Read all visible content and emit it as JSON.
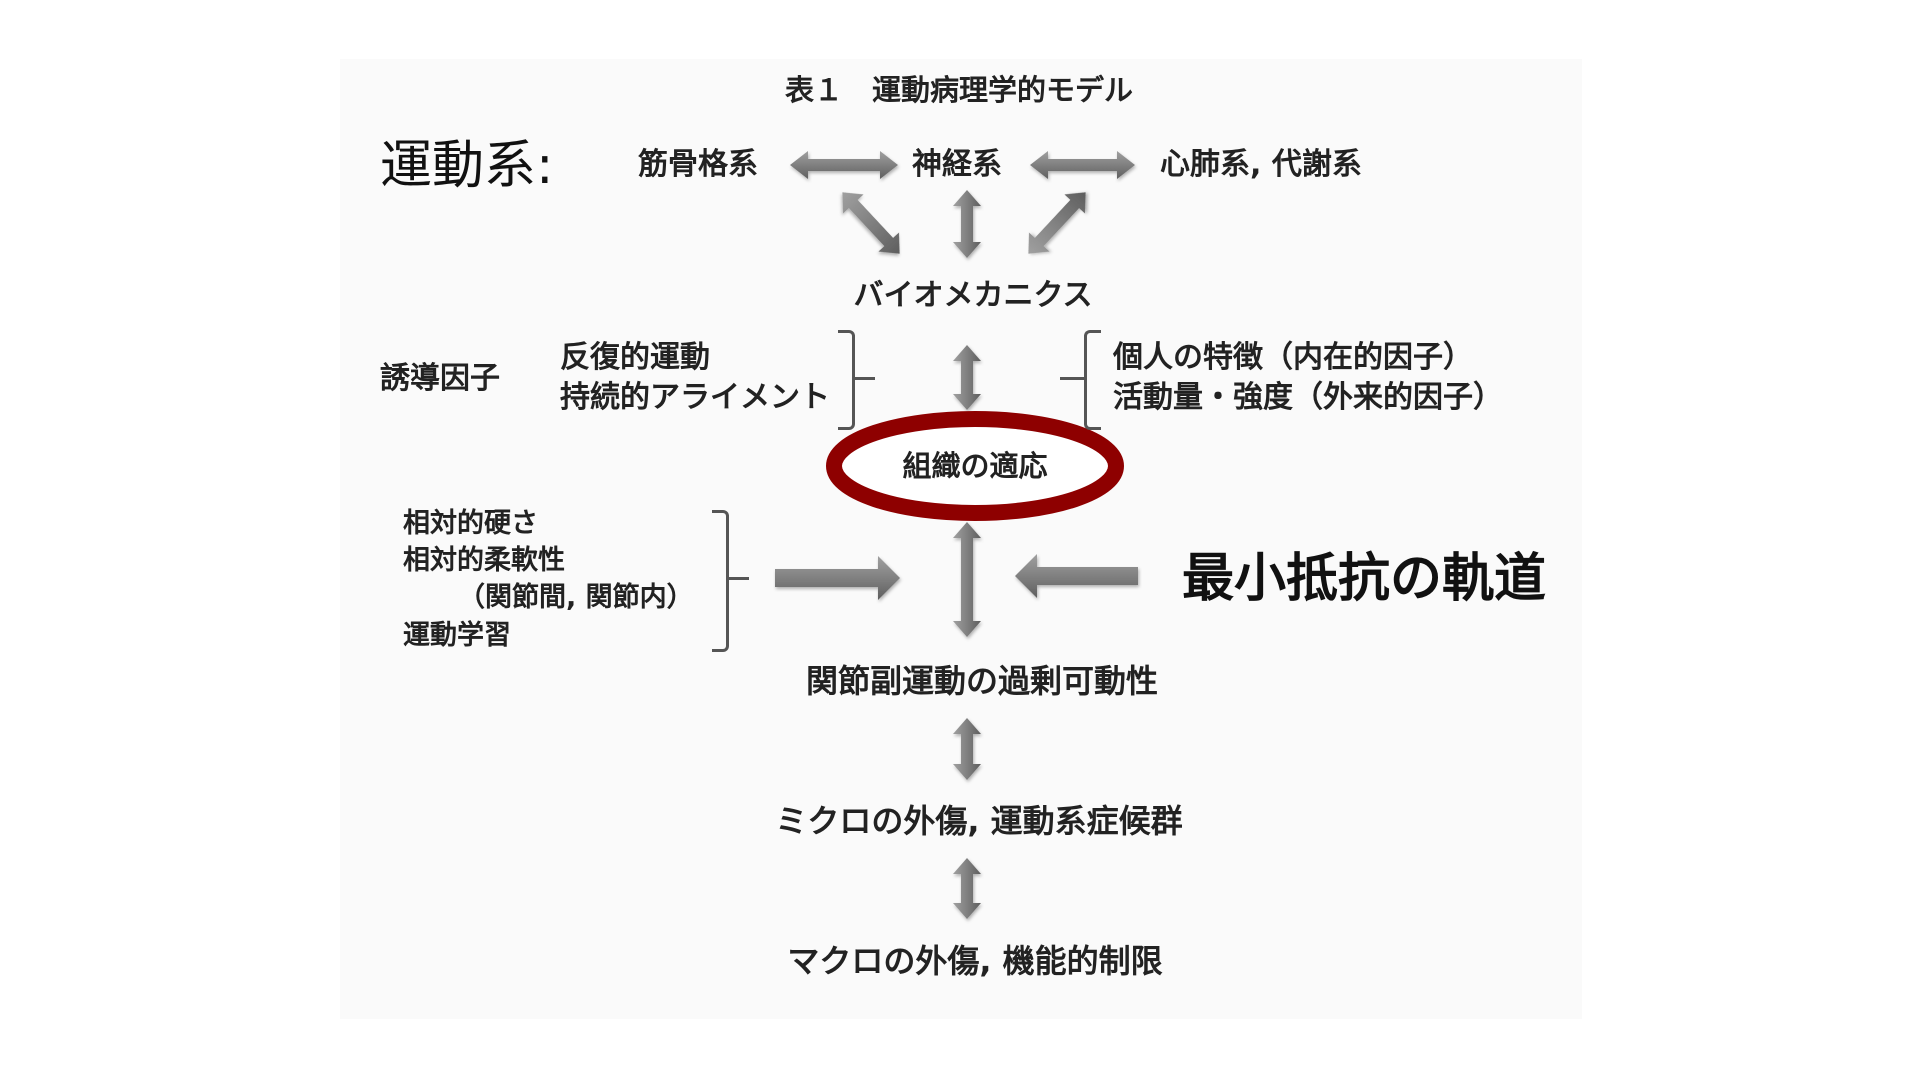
{
  "title": "表１　運動病理学的モデル",
  "movement_system": {
    "label": "運動系:",
    "components": [
      "筋骨格系",
      "神経系",
      "心肺系, 代謝系"
    ]
  },
  "biomechanics": "バイオメカニクス",
  "inducing_factors": {
    "label": "誘導因子",
    "left_items": [
      "反復的運動",
      "持続的アライメント"
    ],
    "right_items": [
      "個人の特徴（内在的因子）",
      "活動量・強度（外来的因子）"
    ]
  },
  "tissue_adaptation": {
    "label": "組織の適応",
    "highlight_color": "#8e0000"
  },
  "modifiers": {
    "items": [
      "相対的硬さ",
      "相対的柔軟性",
      "（関節間, 関節内）",
      "運動学習"
    ]
  },
  "path_of_least_resistance": "最小抵抗の軌道",
  "outcomes": [
    "関節副運動の過剰可動性",
    "ミクロの外傷, 運動系症候群",
    "マクロの外傷, 機能的制限"
  ],
  "colors": {
    "arrow": "#7a7a7a",
    "panel_bg": "#fafafa",
    "text": "#222222"
  }
}
